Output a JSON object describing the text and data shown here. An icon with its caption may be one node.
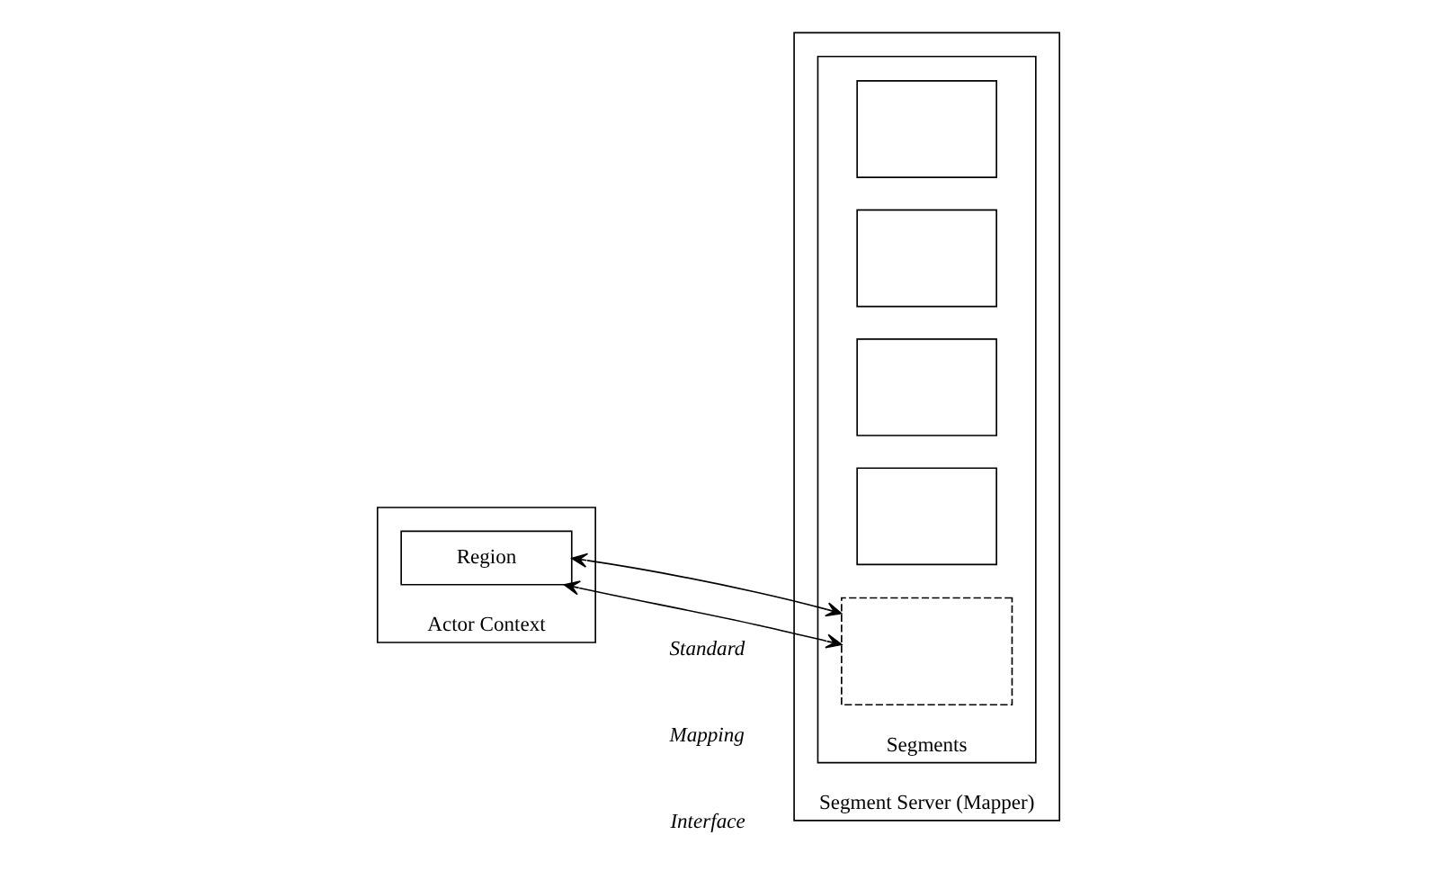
{
  "diagram": {
    "nodes": [
      {
        "text": [
          "Actor Context"
        ]
      },
      {
        "text": [
          "Region"
        ],
        "in": 0
      },
      {
        "text": [
          "Segment Server (Mapper)"
        ]
      },
      {
        "text": [
          "Segments"
        ],
        "in": 2
      },
      {
        "text": [],
        "shape": "box",
        "in": 3
      },
      {
        "text": [],
        "shape": "box",
        "in": 3
      },
      {
        "text": [],
        "shape": "box",
        "in": 3
      },
      {
        "text": [],
        "shape": "box",
        "in": 3
      },
      {
        "text": [],
        "shape": "box",
        "in": 3
      }
    ],
    "edges": [
      {
        "from": 1,
        "to": 8,
        "arrow": "both"
      },
      {
        "from": 1,
        "to": 8,
        "arrow": "both"
      }
    ],
    "labels": [
      "Standard",
      "Mapping",
      "Interface"
    ]
  }
}
